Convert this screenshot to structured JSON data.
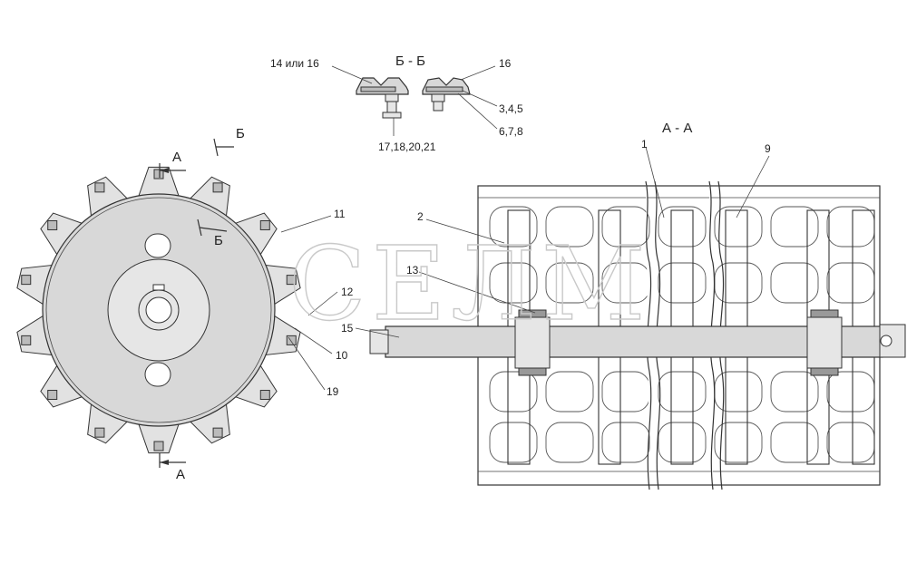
{
  "watermark": "СЕЛМ",
  "section_labels": {
    "bb": "Б - Б",
    "aa": "А - А",
    "cut_a_top": "А",
    "cut_a_bottom": "А",
    "cut_b_top": "Б",
    "cut_b_mid": "Б"
  },
  "callouts": {
    "c14or16": "14 или 16",
    "c16": "16",
    "c345": "3,4,5",
    "c678": "6,7,8",
    "c17_21": "17,18,20,21",
    "c1": "1",
    "c9": "9",
    "c2": "2",
    "c11": "11",
    "c12": "12",
    "c13": "13",
    "c15": "15",
    "c10": "10",
    "c19": "19"
  },
  "colors": {
    "line": "#333333",
    "fill": "#d8d8d8",
    "watermark": "#c9c9c9"
  }
}
